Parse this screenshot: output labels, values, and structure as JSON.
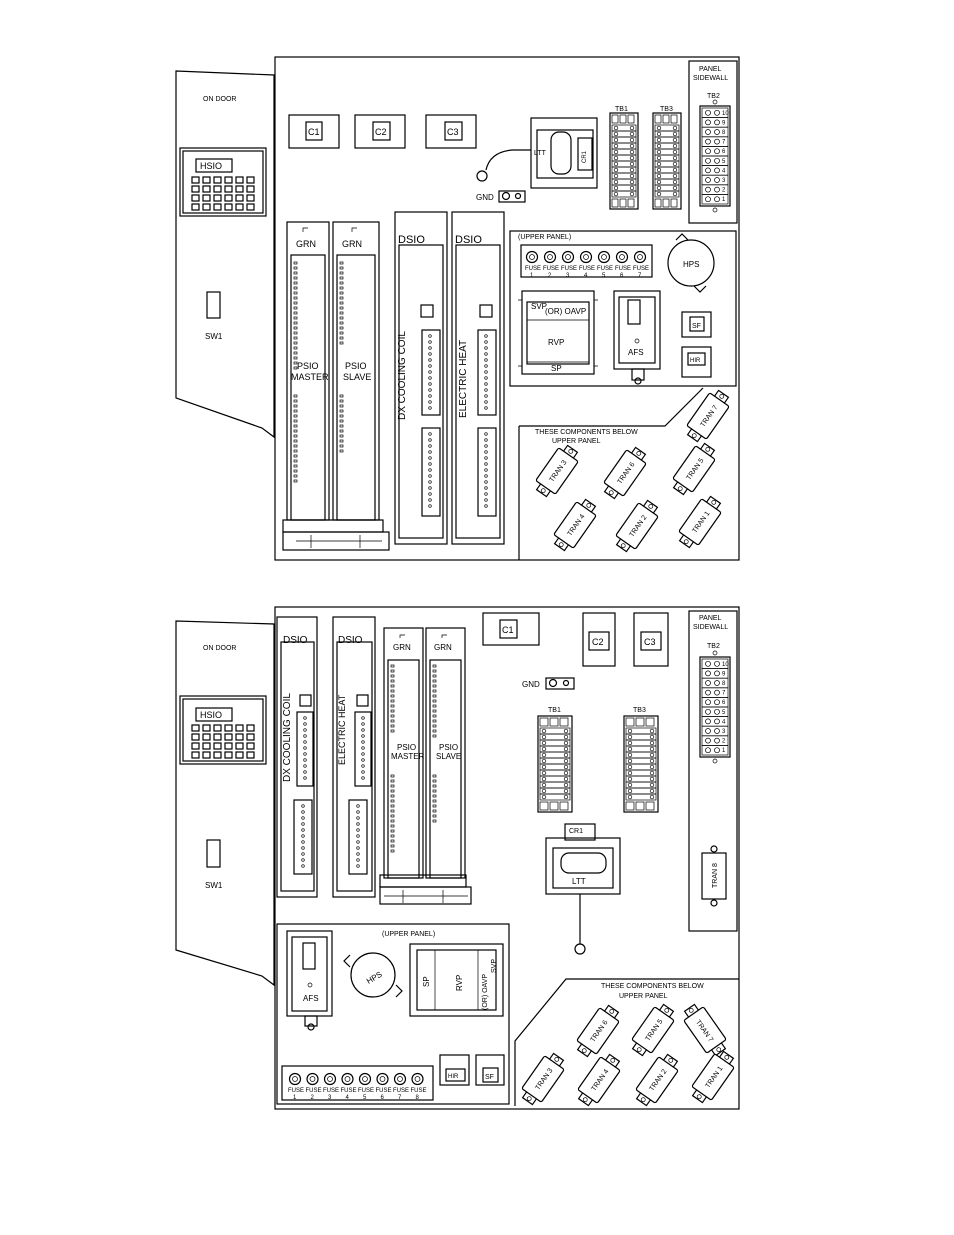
{
  "labels": {
    "on_door": "ON DOOR",
    "hsio": "HSIO",
    "sw1": "SW1",
    "c1": "C1",
    "c2": "C2",
    "c3": "C3",
    "gnd": "GND",
    "ltt": "LTT",
    "cr1": "CR1",
    "tb1": "TB1",
    "tb2": "TB2",
    "tb3": "TB3",
    "panel_sidewall_1": "PANEL",
    "panel_sidewall_2": "SIDEWALL",
    "grn": "GRN",
    "psio": "PSIO",
    "master": "MASTER",
    "slave": "SLAVE",
    "dsio": "DSIO",
    "dx_cooling_coil": "DX COOLING COIL",
    "electric_heat": "ELECTRIC HEAT",
    "upper_panel": "(UPPER PANEL)",
    "fuse": "FUSE",
    "hps": "HPS",
    "svp": "SVP",
    "or_oavp": "(OR) OAVP",
    "rvp": "RVP",
    "sp": "SP",
    "afs": "AFS",
    "sf": "SF",
    "hir": "HIR",
    "below_1": "THESE COMPONENTS BELOW",
    "below_2": "UPPER PANEL",
    "tran_1": "TRAN 1",
    "tran_2": "TRAN 2",
    "tran_3": "TRAN 3",
    "tran_4": "TRAN 4",
    "tran_5": "TRAN 5",
    "tran_6": "TRAN 6",
    "tran_7": "TRAN 7",
    "tran_8": "TRAN 8"
  },
  "fuses_top": [
    "1",
    "2",
    "3",
    "4",
    "5",
    "6",
    "7"
  ],
  "fuses_bottom": [
    "1",
    "2",
    "3",
    "4",
    "5",
    "6",
    "7",
    "8"
  ],
  "tb2_terminals": [
    "10",
    "9",
    "8",
    "7",
    "6",
    "5",
    "4",
    "3",
    "2",
    "1"
  ]
}
